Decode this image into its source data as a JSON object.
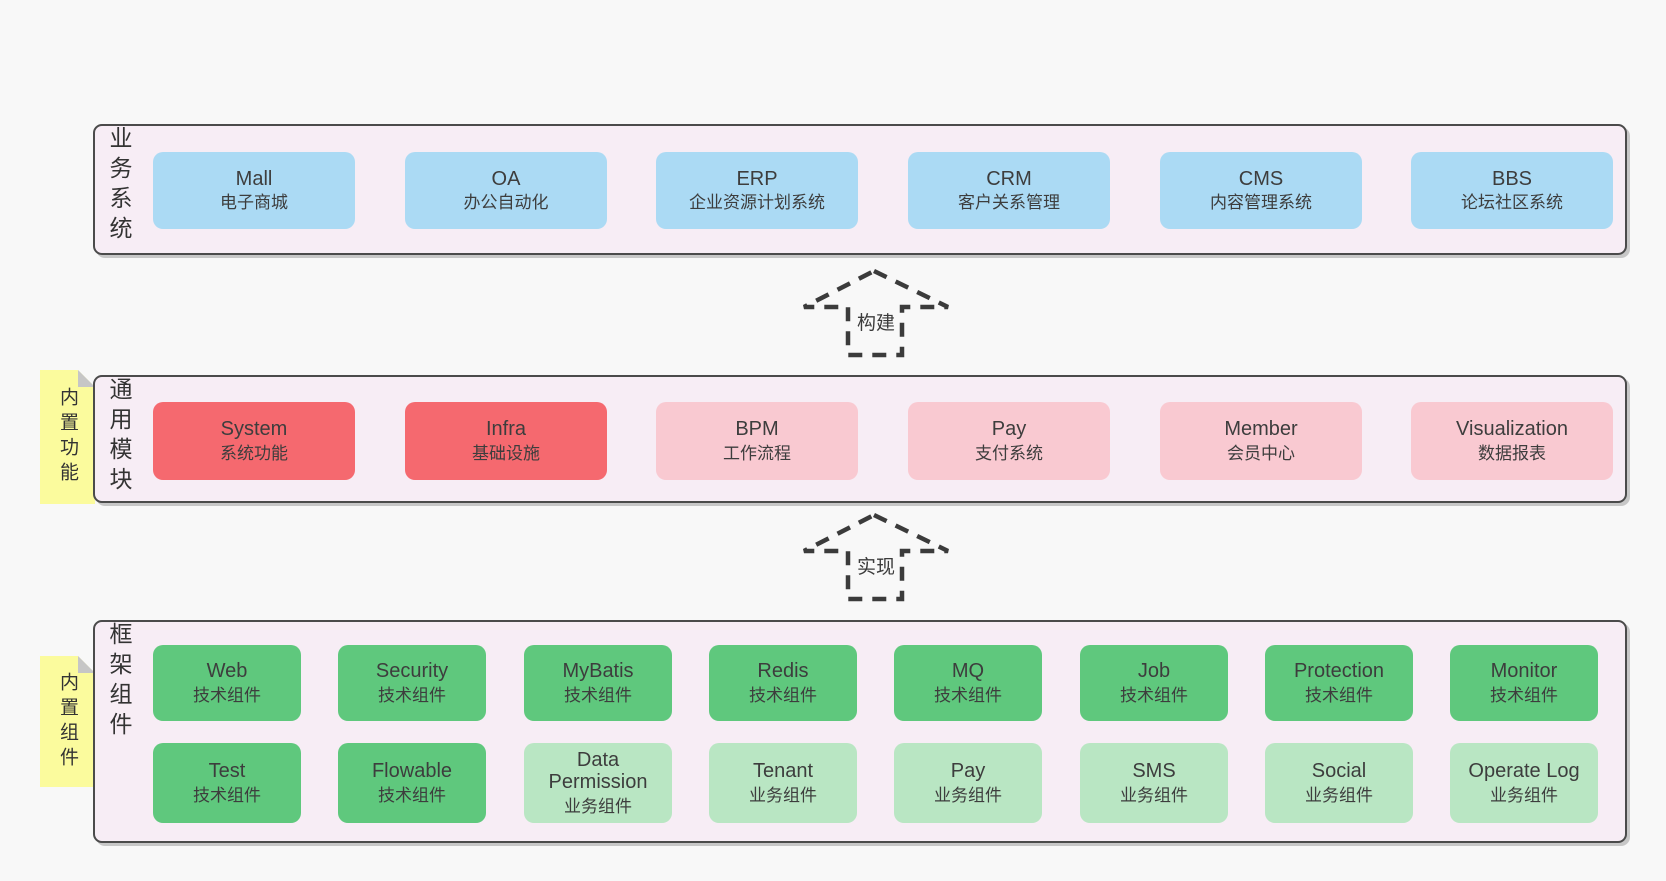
{
  "colors": {
    "page_bg": "#f8f8f8",
    "panel_bg": "#f7edf5",
    "panel_border": "#4b4b4b",
    "blue_box": "#abdaf4",
    "red_box": "#f5696f",
    "pink_box": "#f9c9d1",
    "green_box": "#5fc87d",
    "light_green_box": "#b9e6c3",
    "sticky_yellow": "#fbfb9d",
    "fold_gray": "#c6c6c6",
    "text": "#3d3d3d"
  },
  "bands": [
    {
      "label": "业务系统",
      "boxes": [
        {
          "en": "Mall",
          "zh": "电子商城"
        },
        {
          "en": "OA",
          "zh": "办公自动化"
        },
        {
          "en": "ERP",
          "zh": "企业资源计划系统"
        },
        {
          "en": "CRM",
          "zh": "客户关系管理"
        },
        {
          "en": "CMS",
          "zh": "内容管理系统"
        },
        {
          "en": "BBS",
          "zh": "论坛社区系统"
        }
      ]
    },
    {
      "label": "通用模块",
      "sticky": "内置功能",
      "boxes": [
        {
          "en": "System",
          "zh": "系统功能"
        },
        {
          "en": "Infra",
          "zh": "基础设施"
        },
        {
          "en": "BPM",
          "zh": "工作流程"
        },
        {
          "en": "Pay",
          "zh": "支付系统"
        },
        {
          "en": "Member",
          "zh": "会员中心"
        },
        {
          "en": "Visualization",
          "zh": "数据报表"
        }
      ]
    },
    {
      "label": "框架组件",
      "sticky": "内置组件",
      "rows": [
        [
          {
            "en": "Web",
            "zh": "技术组件"
          },
          {
            "en": "Security",
            "zh": "技术组件"
          },
          {
            "en": "MyBatis",
            "zh": "技术组件"
          },
          {
            "en": "Redis",
            "zh": "技术组件"
          },
          {
            "en": "MQ",
            "zh": "技术组件"
          },
          {
            "en": "Job",
            "zh": "技术组件"
          },
          {
            "en": "Protection",
            "zh": "技术组件"
          },
          {
            "en": "Monitor",
            "zh": "技术组件"
          }
        ],
        [
          {
            "en": "Test",
            "zh": "技术组件"
          },
          {
            "en": "Flowable",
            "zh": "技术组件"
          },
          {
            "en": "Data Permission",
            "zh": "业务组件"
          },
          {
            "en": "Tenant",
            "zh": "业务组件"
          },
          {
            "en": "Pay",
            "zh": "业务组件"
          },
          {
            "en": "SMS",
            "zh": "业务组件"
          },
          {
            "en": "Social",
            "zh": "业务组件"
          },
          {
            "en": "Operate Log",
            "zh": "业务组件"
          }
        ]
      ]
    }
  ],
  "arrows": [
    {
      "label": "构建"
    },
    {
      "label": "实现"
    }
  ]
}
